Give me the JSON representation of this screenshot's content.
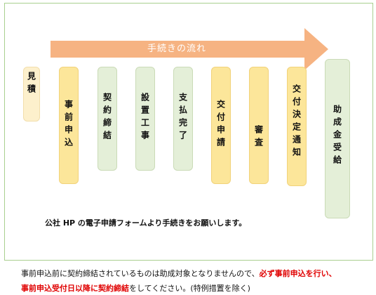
{
  "flow_label": "手続きの流れ",
  "steps": [
    {
      "label": "見積"
    },
    {
      "label": "事前申込"
    },
    {
      "label": "契約締結"
    },
    {
      "label": "設置工事"
    },
    {
      "label": "支払完了"
    },
    {
      "label": "交付申請"
    },
    {
      "label": "審査"
    },
    {
      "label": "交付決定通知"
    },
    {
      "label": "助成金受給"
    }
  ],
  "note": "公社 HP の電子申請フォームより手続きをお願いします。",
  "footer": {
    "line1_plain": "事前申込前に契約締結されているものは助成対象となりませんので、",
    "line1_red": "必ず事前申込を行い、",
    "line2_red": "事前申込受付日以降に契約締結",
    "line2_plain": "をしてください。(特例措置を除く)"
  },
  "colors": {
    "frame_border": "#a9cf8f",
    "arrow_fill": "#f6b382",
    "step_yellow": "#fce69a",
    "step_green": "#e4efd8",
    "step_pale": "#fdf0cc",
    "emphasis_red": "#e00000"
  }
}
